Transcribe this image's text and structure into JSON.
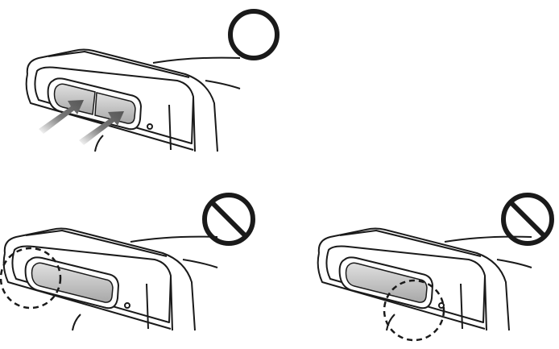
{
  "panels": [
    {
      "id": "correct",
      "symbol": "allowed-circle-icon",
      "description_marker": "press-arrows"
    },
    {
      "id": "wrong-left",
      "symbol": "prohibited-icon",
      "description_marker": "dashed-highlight-left-edge"
    },
    {
      "id": "wrong-right",
      "symbol": "prohibited-icon",
      "description_marker": "dashed-highlight-right-edge"
    }
  ],
  "colors": {
    "line": "#1a1a1a",
    "button_fill": "#bdbdbd",
    "arrow_fill": "#7a7a7a"
  }
}
